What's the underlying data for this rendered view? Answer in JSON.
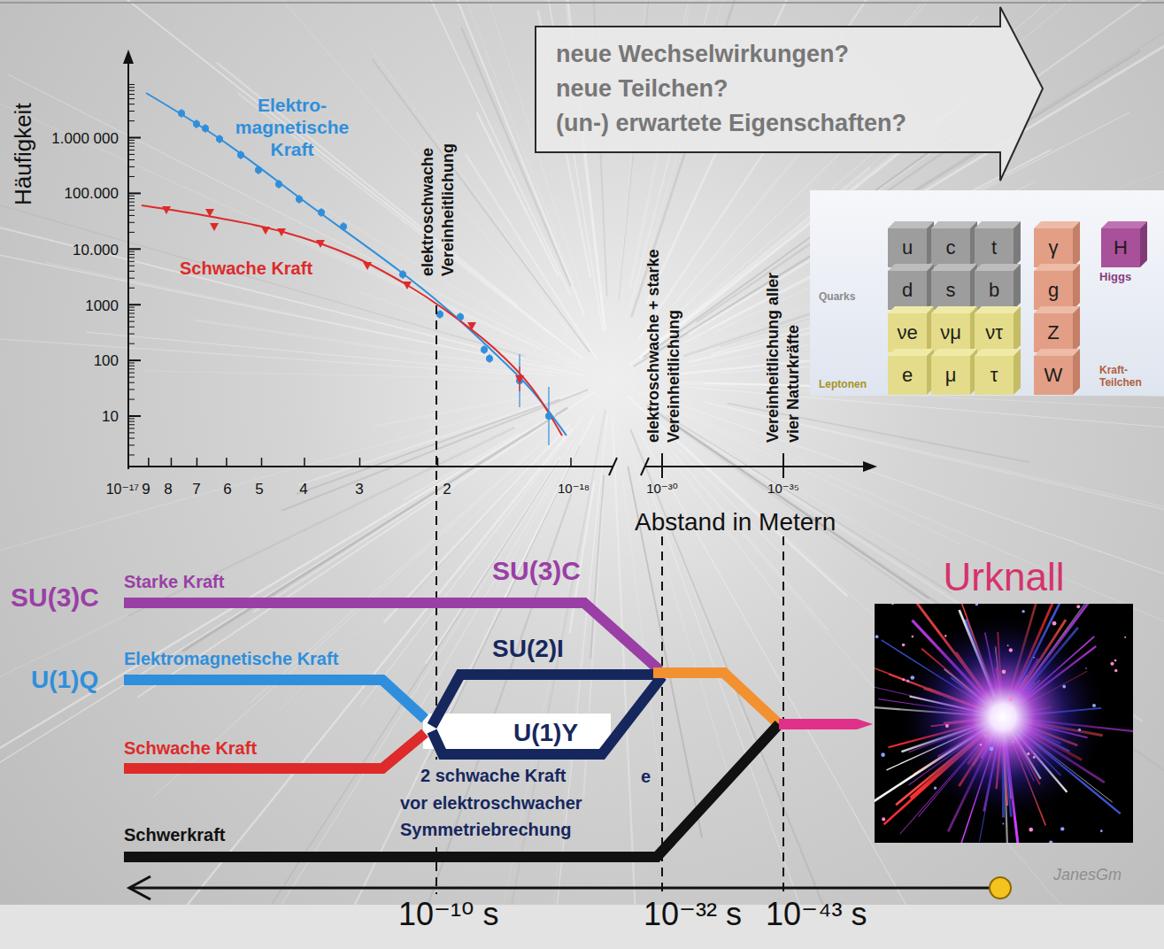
{
  "diagram": {
    "nodes": [
      {
        "text": [
          "neue Wechselwirkungen?",
          "neue Teilchen?",
          "(un-) erwartete Eigenschaften?"
        ]
      },
      {
        "text": [
          "u"
        ]
      },
      {
        "text": [
          "c"
        ]
      },
      {
        "text": [
          "t"
        ]
      },
      {
        "text": [
          "γ"
        ]
      },
      {
        "text": [
          "H"
        ]
      },
      {
        "text": [
          "d"
        ]
      },
      {
        "text": [
          "s"
        ]
      },
      {
        "text": [
          "b"
        ]
      },
      {
        "text": [
          "g"
        ]
      },
      {
        "text": [
          "νe"
        ]
      },
      {
        "text": [
          "νμ"
        ]
      },
      {
        "text": [
          "ντ"
        ]
      },
      {
        "text": [
          "Z"
        ]
      },
      {
        "text": [
          "e"
        ]
      },
      {
        "text": [
          "μ"
        ]
      },
      {
        "text": [
          "τ"
        ]
      },
      {
        "text": [
          "W"
        ]
      },
      {
        "text": [
          "Urknall"
        ]
      }
    ],
    "labels": [
      "Häufigkeit",
      "1.000 000",
      "100.000",
      "10.000",
      "1000",
      "100",
      "10",
      "Elektro- magnetische Kraft",
      "Schwache Kraft",
      "elektroschwache Vereinheitlichung",
      "10⁻¹⁷",
      "9",
      "8",
      "7",
      "6",
      "5",
      "4",
      "3",
      "2",
      "10⁻¹⁸",
      "10⁻³⁰",
      "10⁻³⁵",
      "elektroschwache + starke Vereinheitlichung",
      "Vereinheitlichung aller vier Naturkräfte",
      "Abstand in Metern",
      "Quarks",
      "Leptonen",
      "Higgs",
      "Kraft- Teilchen",
      "SU(3)C",
      "Starke Kraft",
      "SU(3)C",
      "U(1)Q",
      "Elektromagnetische Kraft",
      "SU(2)I",
      "U(1)Y",
      "Schwache Kraft",
      "2 schwache Kraft",
      "e",
      "vor elektroschwacher Symmetriebrechung",
      "Schwerkraft",
      "10⁻¹⁰ s",
      "10⁻³² s",
      "10⁻⁴³ s",
      "JanesGm"
    ]
  }
}
